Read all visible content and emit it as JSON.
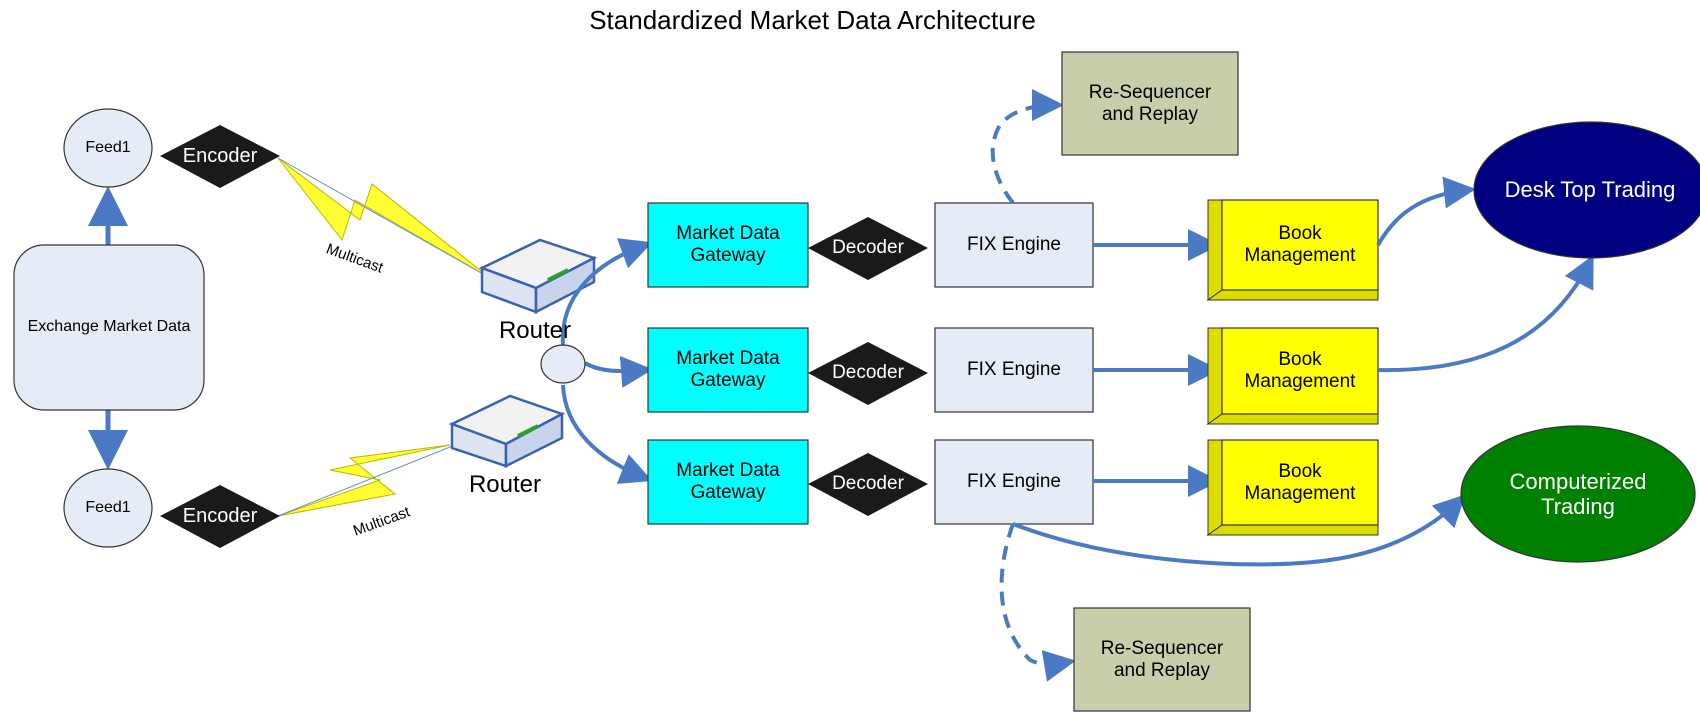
{
  "title": "Standardized Market Data Architecture",
  "colors": {
    "arrow": "#4a7ac4",
    "gateway": "#00ffff",
    "book": "#ffff00",
    "resequencer": "#c8ceaa",
    "fix_engine": "#e6ecf7",
    "desktop": "#000080",
    "computerized": "#008000",
    "diamond": "#1a1a1a",
    "lightning": "#ffff33"
  },
  "source": {
    "exchange_label": "Exchange Market Data",
    "feed_top": "Feed1",
    "feed_bottom": "Feed1",
    "encoder_top": "Encoder",
    "encoder_bottom": "Encoder",
    "multicast_top": "Multicast",
    "multicast_bottom": "Multicast",
    "router_top": "Router",
    "router_bottom": "Router"
  },
  "rows": [
    {
      "gateway": "Market Data Gateway",
      "decoder": "Decoder",
      "fix": "FIX Engine",
      "book": "Book Management"
    },
    {
      "gateway": "Market Data Gateway",
      "decoder": "Decoder",
      "fix": "FIX Engine",
      "book": "Book Management"
    },
    {
      "gateway": "Market Data Gateway",
      "decoder": "Decoder",
      "fix": "FIX Engine",
      "book": "Book Management"
    }
  ],
  "resequencer_top": "Re-Sequencer and Replay",
  "resequencer_bottom": "Re-Sequencer and Replay",
  "desktop_trading": "Desk Top Trading",
  "computerized_trading": "Computerized Trading"
}
